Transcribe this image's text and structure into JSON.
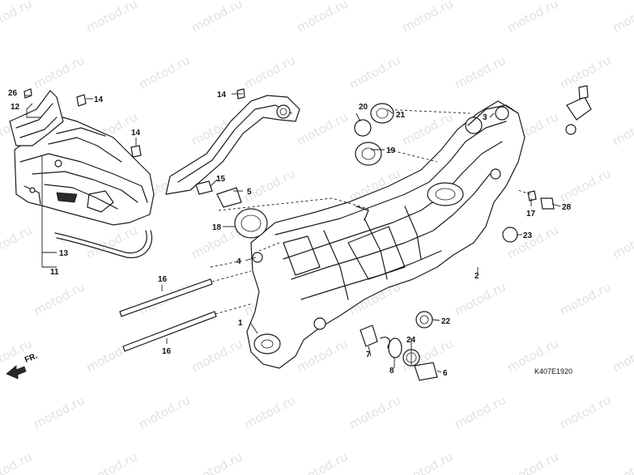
{
  "diagram": {
    "drawing_code": "K407E1920",
    "front_marker": "FR.",
    "watermark_text": "motod.ru",
    "callouts": [
      {
        "id": "c1",
        "label": "1"
      },
      {
        "id": "c2",
        "label": "2"
      },
      {
        "id": "c3",
        "label": "3"
      },
      {
        "id": "c4",
        "label": "4"
      },
      {
        "id": "c5",
        "label": "5"
      },
      {
        "id": "c6",
        "label": "6"
      },
      {
        "id": "c7",
        "label": "7"
      },
      {
        "id": "c8",
        "label": "8"
      },
      {
        "id": "c11",
        "label": "11"
      },
      {
        "id": "c12",
        "label": "12"
      },
      {
        "id": "c13",
        "label": "13"
      },
      {
        "id": "c14a",
        "label": "14"
      },
      {
        "id": "c14b",
        "label": "14"
      },
      {
        "id": "c14c",
        "label": "14"
      },
      {
        "id": "c15",
        "label": "15"
      },
      {
        "id": "c16a",
        "label": "16"
      },
      {
        "id": "c16b",
        "label": "16"
      },
      {
        "id": "c17",
        "label": "17"
      },
      {
        "id": "c18",
        "label": "18"
      },
      {
        "id": "c19",
        "label": "19"
      },
      {
        "id": "c20",
        "label": "20"
      },
      {
        "id": "c21",
        "label": "21"
      },
      {
        "id": "c22",
        "label": "22"
      },
      {
        "id": "c23",
        "label": "23"
      },
      {
        "id": "c24",
        "label": "24"
      },
      {
        "id": "c26",
        "label": "26"
      },
      {
        "id": "c28",
        "label": "28"
      }
    ]
  }
}
